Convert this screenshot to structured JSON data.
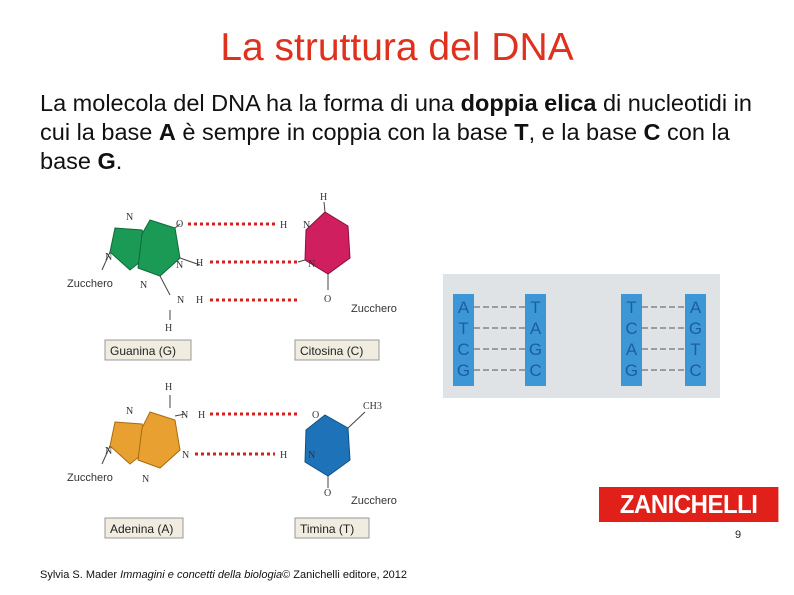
{
  "slide": {
    "title": "La struttura del DNA",
    "text": {
      "p1": "La molecola del DNA ha la forma di una ",
      "b1": "doppia elica",
      "p2": " di nucleotidi in cui la base ",
      "b2": "A",
      "p3": " è sempre in coppia con la base ",
      "b3": "T",
      "p4": ", e la base ",
      "b4": "C",
      "p5": " con la base ",
      "b5": "G",
      "p6": "."
    },
    "page_number": "9",
    "credit": {
      "author": "Sylvia S. Mader ",
      "book": "Immagini e concetti della biologia",
      "rest": "© Zanichelli editore, 2012"
    },
    "logo": "ZANICHELLI"
  },
  "figure": {
    "sugar_label": "Zucchero",
    "labels": {
      "guanine": "Guanina (G)",
      "cytosine": "Citosina (C)",
      "adenine": "Adenina (A)",
      "thymine": "Timina (T)"
    },
    "atoms": {
      "O": "O",
      "N": "N",
      "H": "H",
      "CH3": "CH3"
    },
    "colors": {
      "guanine": "#1a9a55",
      "cytosine": "#d01f5e",
      "adenine": "#e8a030",
      "thymine": "#1e73b8",
      "bond": "#d62020"
    }
  },
  "strands": {
    "left_pair": {
      "a": [
        "A",
        "T",
        "C",
        "G"
      ],
      "b": [
        "T",
        "A",
        "G",
        "C"
      ]
    },
    "right_pair": {
      "a": [
        "T",
        "C",
        "A",
        "G"
      ],
      "b": [
        "A",
        "G",
        "T",
        "C"
      ]
    },
    "colors": {
      "bar": "#3d97d6",
      "letter": "#1b5f9e"
    }
  }
}
